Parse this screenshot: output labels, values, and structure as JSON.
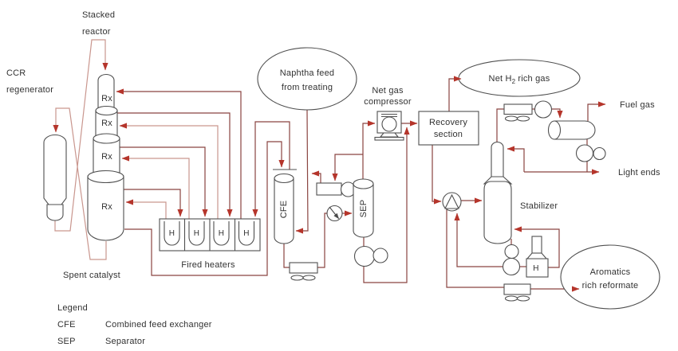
{
  "labels": {
    "stacked_reactor_1": "Stacked",
    "stacked_reactor_2": "reactor",
    "ccr_1": "CCR",
    "ccr_2": "regenerator",
    "spent_catalyst": "Spent catalyst",
    "fired_heaters": "Fired heaters",
    "net_gas_1": "Net gas",
    "net_gas_2": "compressor",
    "recovery_1": "Recovery",
    "recovery_2": "section",
    "stabilizer": "Stabilizer",
    "fuel_gas": "Fuel gas",
    "light_ends": "Light ends"
  },
  "ovals": {
    "naphtha_1": "Naphtha feed",
    "naphtha_2": "from treating",
    "net_h2_pre": "Net H",
    "net_h2_sub": "2",
    "net_h2_post": "rich gas",
    "aromatics_1": "Aromatics",
    "aromatics_2": "rich reformate"
  },
  "equipment": {
    "reactor_label": "Rx",
    "heater_label": "H",
    "cfe_label": "CFE",
    "sep_label": "SEP",
    "reboiler_label": "H"
  },
  "legend": {
    "title": "Legend",
    "rows": [
      {
        "abbr": "CFE",
        "desc": "Combined feed exchanger"
      },
      {
        "abbr": "SEP",
        "desc": "Separator"
      }
    ]
  },
  "colors": {
    "process_line": "#8a4440",
    "light_line": "#c9968e",
    "arrow": "#b5352b",
    "vessel": "#4f4f4f",
    "text": "#323232"
  }
}
